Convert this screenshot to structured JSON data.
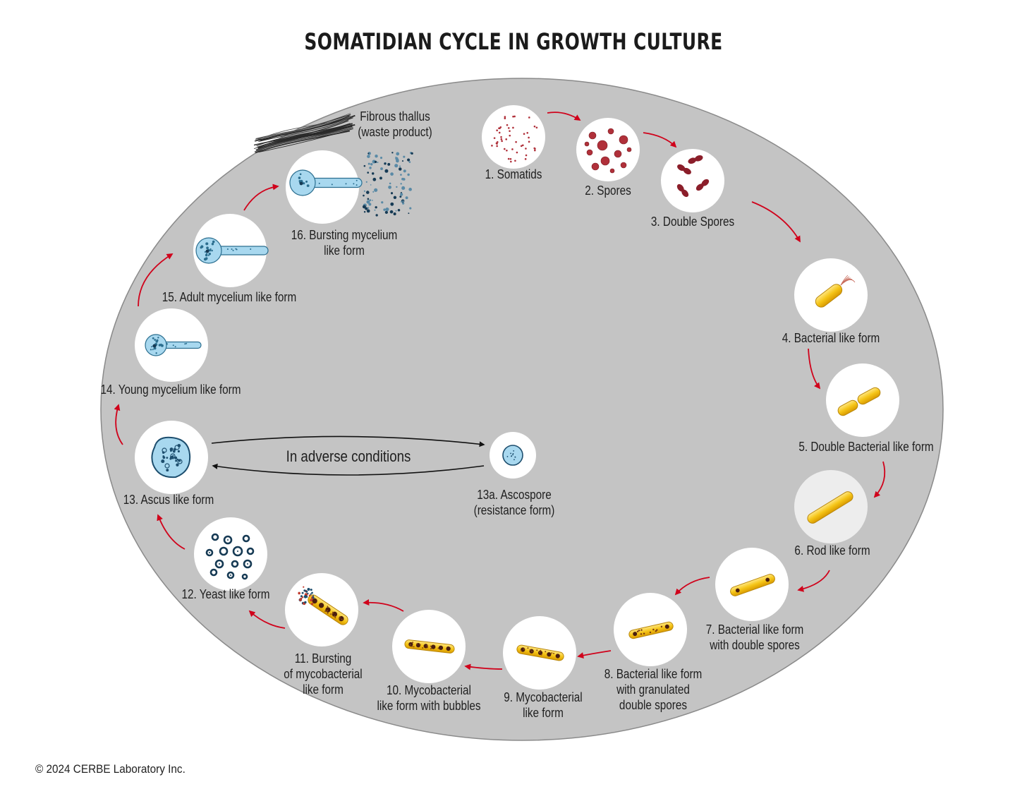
{
  "title": "SOMATIDIAN CYCLE IN GROWTH CULTURE",
  "copyright": "© 2024 CERBE Laboratory Inc.",
  "adverse_label": "In adverse conditions",
  "colors": {
    "ellipse_fill": "#c4c4c4",
    "arrow_red": "#d0021b",
    "arrow_black": "#111111",
    "spore_red": "#b0303a",
    "bacteria_yellow": "#f5c518",
    "mycelium_blue": "#a8d8ef",
    "dark_blue": "#163a54"
  },
  "stages": [
    {
      "id": "1",
      "lines": [
        "1. Somatids"
      ],
      "icon": "somatids-icon"
    },
    {
      "id": "2",
      "lines": [
        "2. Spores"
      ],
      "icon": "spores-icon"
    },
    {
      "id": "3",
      "lines": [
        "3. Double Spores"
      ],
      "icon": "double-spores-icon"
    },
    {
      "id": "4",
      "lines": [
        "4. Bacterial like form"
      ],
      "icon": "bacteria-icon"
    },
    {
      "id": "5",
      "lines": [
        "5. Double Bacterial like form"
      ],
      "icon": "double-bacteria-icon"
    },
    {
      "id": "6",
      "lines": [
        "6. Rod like form"
      ],
      "icon": "rod-icon"
    },
    {
      "id": "7",
      "lines": [
        "7. Bacterial like form",
        "with double spores"
      ],
      "icon": "rod-double-spores-icon"
    },
    {
      "id": "8",
      "lines": [
        "8. Bacterial like form",
        "with granulated",
        "double spores"
      ],
      "icon": "granulated-rod-icon"
    },
    {
      "id": "9",
      "lines": [
        "9. Mycobacterial",
        "like form"
      ],
      "icon": "mycobacteria-icon"
    },
    {
      "id": "10",
      "lines": [
        "10. Mycobacterial",
        "like form with bubbles"
      ],
      "icon": "mycobacteria-bubbles-icon"
    },
    {
      "id": "11",
      "lines": [
        "11. Bursting",
        "of mycobacterial",
        "like form"
      ],
      "icon": "bursting-mycobacteria-icon"
    },
    {
      "id": "12",
      "lines": [
        "12. Yeast like form"
      ],
      "icon": "yeast-icon"
    },
    {
      "id": "13",
      "lines": [
        "13. Ascus like form"
      ],
      "icon": "ascus-icon"
    },
    {
      "id": "13a",
      "lines": [
        "13a. Ascospore",
        "(resistance form)"
      ],
      "icon": "ascospore-icon"
    },
    {
      "id": "14",
      "lines": [
        "14. Young mycelium like form"
      ],
      "icon": "young-mycelium-icon"
    },
    {
      "id": "15",
      "lines": [
        "15. Adult mycelium like form"
      ],
      "icon": "adult-mycelium-icon"
    },
    {
      "id": "16",
      "lines": [
        "16. Bursting mycelium",
        "like form"
      ],
      "icon": "bursting-mycelium-icon"
    },
    {
      "id": "thallus",
      "lines": [
        "Fibrous thallus",
        "(waste product)"
      ],
      "icon": "fibrous-thallus-icon"
    }
  ]
}
